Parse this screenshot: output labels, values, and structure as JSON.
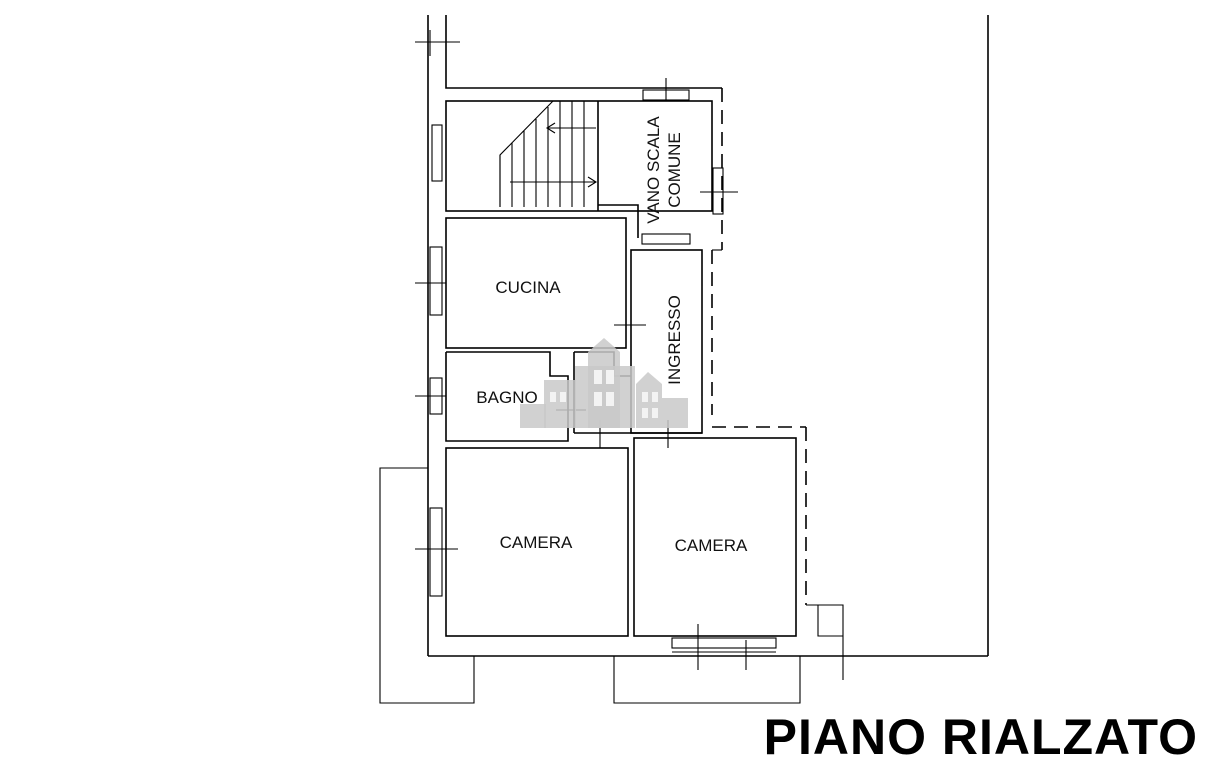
{
  "rooms": {
    "vano_scala_line1": "VANO SCALA",
    "vano_scala_line2": "COMUNE",
    "cucina": "CUCINA",
    "ingresso": "INGRESSO",
    "bagno": "BAGNO",
    "camera_left": "CAMERA",
    "camera_right": "CAMERA"
  },
  "title": "PIANO RIALZATO",
  "colors": {
    "line": "#000000",
    "watermark": "#c9c9c9",
    "background": "#ffffff"
  }
}
